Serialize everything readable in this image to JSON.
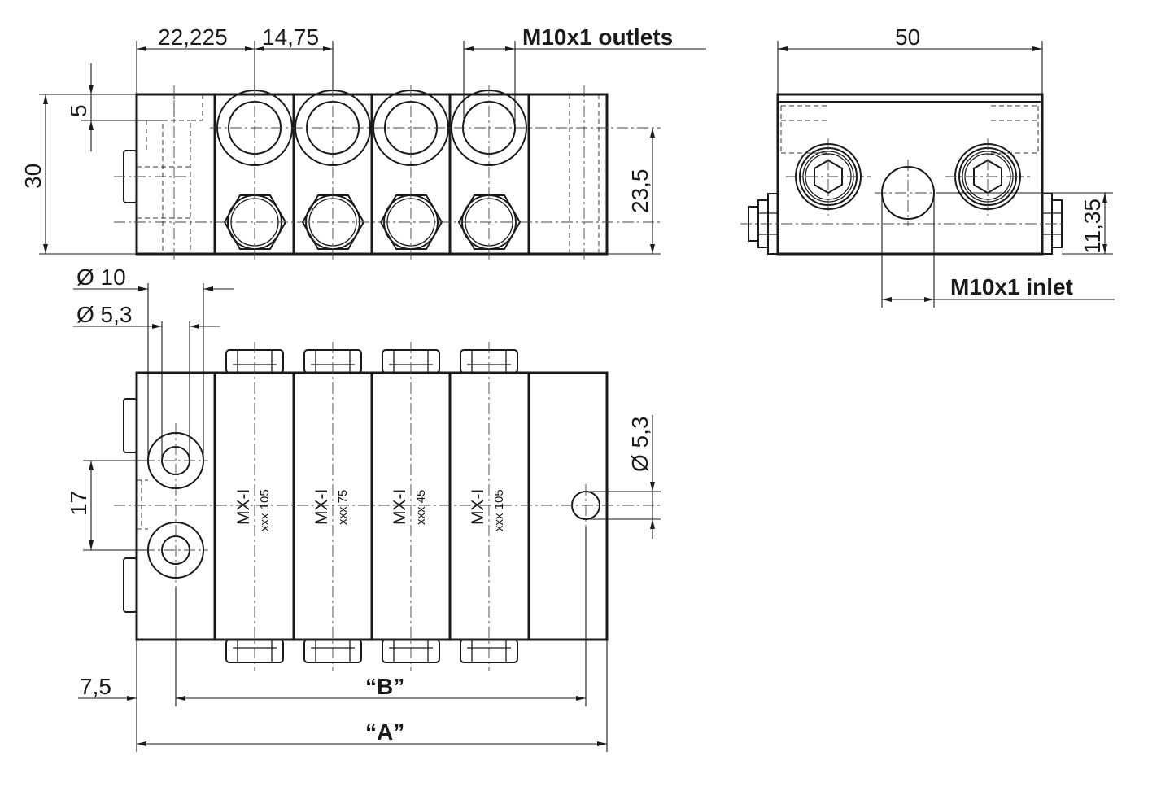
{
  "labels": {
    "dim_22225": "22,225",
    "dim_1475": "14,75",
    "outlets": "M10x1 outlets",
    "dim_50": "50",
    "dim_5": "5",
    "dim_30": "30",
    "dim_235": "23,5",
    "dim_1135": "11,35",
    "inlet": "M10x1 inlet",
    "dia_10": "Ø 10",
    "dia_53_top": "Ø 5,3",
    "dia_53_right": "Ø 5,3",
    "dim_17": "17",
    "dim_75": "7,5",
    "dim_B": "“B”",
    "dim_A": "“A”"
  },
  "sections": [
    {
      "model": "MX-I",
      "code": "xxx 105"
    },
    {
      "model": "MX-I",
      "code": "xxx 75"
    },
    {
      "model": "MX-I",
      "code": "xxx 45"
    },
    {
      "model": "MX-I",
      "code": "xxx 105"
    }
  ]
}
